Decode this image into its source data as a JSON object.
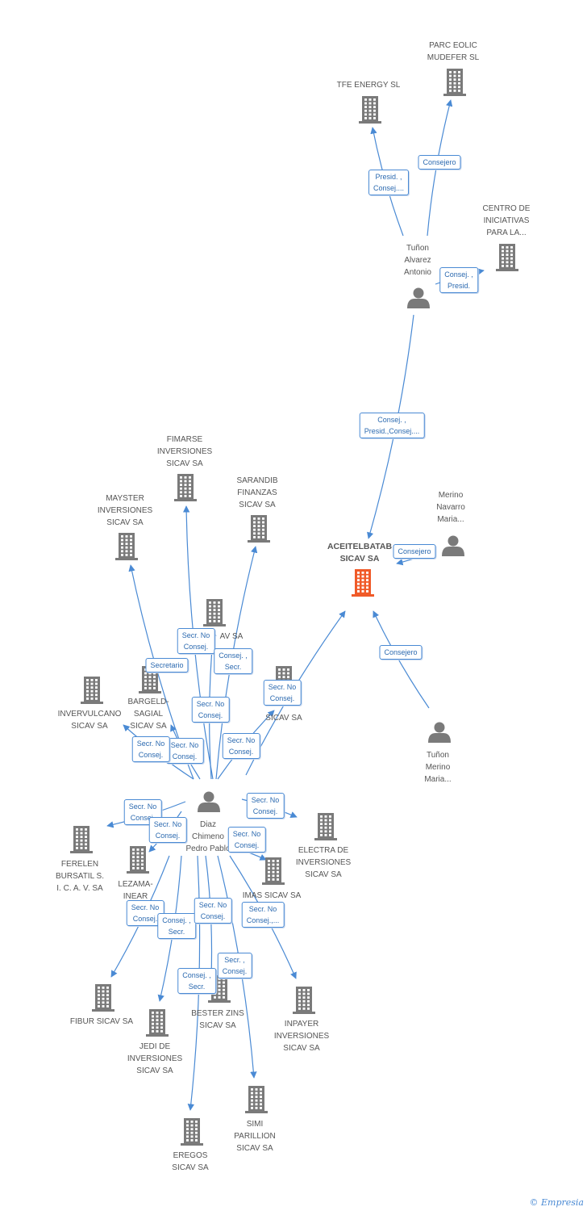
{
  "colors": {
    "edge": "#4a8ad4",
    "building": "#7a7a7a",
    "main_building": "#f05a28",
    "person": "#7a7a7a"
  },
  "nodes": [
    {
      "id": "aceitelbatab",
      "label": "ACEITELBATAB\nSICAV SA",
      "icon": "building-icon",
      "main": true
    },
    {
      "id": "tfe",
      "label": "TFE ENERGY SL",
      "icon": "building-icon"
    },
    {
      "id": "parc",
      "label": "PARC EOLIC\nMUDEFER  SL",
      "icon": "building-icon"
    },
    {
      "id": "centro",
      "label": "CENTRO DE\nINICIATIVAS\nPARA LA...",
      "icon": "building-icon"
    },
    {
      "id": "tunon_alvarez",
      "label": "Tuñon\nAlvarez\nAntonio",
      "icon": "person-icon"
    },
    {
      "id": "merino_navarro",
      "label": "Merino\nNavarro\nMaria...",
      "icon": "person-icon"
    },
    {
      "id": "tunon_merino",
      "label": "Tuñon\nMerino\nMaria...",
      "icon": "person-icon"
    },
    {
      "id": "diaz",
      "label": "Diaz\nChimeno\nPedro Pablo",
      "icon": "person-icon"
    },
    {
      "id": "fimarse",
      "label": "FIMARSE\nINVERSIONES\nSICAV SA",
      "icon": "building-icon"
    },
    {
      "id": "sarandib",
      "label": "SARANDIB\nFINANZAS\nSICAV SA",
      "icon": "building-icon"
    },
    {
      "id": "mayster",
      "label": "MAYSTER\nINVERSIONES\nSICAV SA",
      "icon": "building-icon"
    },
    {
      "id": "av",
      "label": "AV SA",
      "icon": "building-icon"
    },
    {
      "id": "bargeld",
      "label": "BARGELD-\nSAGIAL\nSICAV SA",
      "icon": "building-icon"
    },
    {
      "id": "invervulcano",
      "label": "INVERVULCANO\nSICAV SA",
      "icon": "building-icon"
    },
    {
      "id": "sicav_mid",
      "label": "SICAV SA",
      "icon": "building-icon"
    },
    {
      "id": "ferelen",
      "label": "FERELEN\nBURSATIL S.\nI. C. A. V. SA",
      "icon": "building-icon"
    },
    {
      "id": "lezama",
      "label": "LEZAMA-\nINEAR\nSO",
      "icon": "building-icon"
    },
    {
      "id": "electra",
      "label": "ELECTRA DE\nINVERSIONES\nSICAV SA",
      "icon": "building-icon"
    },
    {
      "id": "imas",
      "label": "IMAS SICAV SA",
      "icon": "building-icon"
    },
    {
      "id": "fibur",
      "label": "FIBUR SICAV SA",
      "icon": "building-icon"
    },
    {
      "id": "jedi",
      "label": "JEDI DE\nINVERSIONES\nSICAV SA",
      "icon": "building-icon"
    },
    {
      "id": "bester",
      "label": "BESTER ZINS\nSICAV SA",
      "icon": "building-icon"
    },
    {
      "id": "inpayer",
      "label": "INPAYER\nINVERSIONES\nSICAV SA",
      "icon": "building-icon"
    },
    {
      "id": "simi",
      "label": "SIMI\nPARILLION\nSICAV SA",
      "icon": "building-icon"
    },
    {
      "id": "eregos",
      "label": "EREGOS\nSICAV SA",
      "icon": "building-icon"
    }
  ],
  "edges": [
    {
      "from": "tunon_alvarez",
      "to": "tfe",
      "label": "Presid. ,\nConsej...."
    },
    {
      "from": "tunon_alvarez",
      "to": "parc",
      "label": "Consejero"
    },
    {
      "from": "tunon_alvarez",
      "to": "centro",
      "label": "Consej. ,\nPresid."
    },
    {
      "from": "tunon_alvarez",
      "to": "aceitelbatab",
      "label": "Consej. ,\nPresid.,Consej...."
    },
    {
      "from": "merino_navarro",
      "to": "aceitelbatab",
      "label": "Consejero"
    },
    {
      "from": "tunon_merino",
      "to": "aceitelbatab",
      "label": "Consejero"
    },
    {
      "from": "diaz",
      "to": "aceitelbatab",
      "label": "Secr.  No\nConsej."
    },
    {
      "from": "diaz",
      "to": "fimarse",
      "label": "Secr.  No\nConsej."
    },
    {
      "from": "diaz",
      "to": "sarandib",
      "label": "Consej. ,\nSecr."
    },
    {
      "from": "diaz",
      "to": "mayster",
      "label": "Secretario"
    },
    {
      "from": "diaz",
      "to": "av",
      "label": "Secr.  No\nConsej."
    },
    {
      "from": "diaz",
      "to": "bargeld",
      "label": "Secr.  No\nConsej."
    },
    {
      "from": "diaz",
      "to": "invervulcano",
      "label": "Secr.  No\nConsej."
    },
    {
      "from": "diaz",
      "to": "sicav_mid",
      "label": "Secr.  No\nConsej."
    },
    {
      "from": "diaz",
      "to": "ferelen",
      "label": "Secr.  No\nConsej."
    },
    {
      "from": "diaz",
      "to": "lezama",
      "label": "Secr.  No\nConsej."
    },
    {
      "from": "diaz",
      "to": "electra",
      "label": "Secr.  No\nConsej."
    },
    {
      "from": "diaz",
      "to": "imas",
      "label": "Secr.  No\nConsej."
    },
    {
      "from": "diaz",
      "to": "fibur",
      "label": "Secr.  No\nConsej."
    },
    {
      "from": "diaz",
      "to": "jedi",
      "label": "Consej. ,\nSecr."
    },
    {
      "from": "diaz",
      "to": "bester",
      "label": "Secr.  No\nConsej."
    },
    {
      "from": "diaz",
      "to": "inpayer",
      "label": "Secr.  No\nConsej.,..."
    },
    {
      "from": "diaz",
      "to": "simi",
      "label": "Secr. ,\nConsej."
    },
    {
      "from": "diaz",
      "to": "eregos",
      "label": "Consej. ,\nSecr."
    }
  ],
  "footer": {
    "copyright": "©",
    "brand": "Empresia"
  }
}
